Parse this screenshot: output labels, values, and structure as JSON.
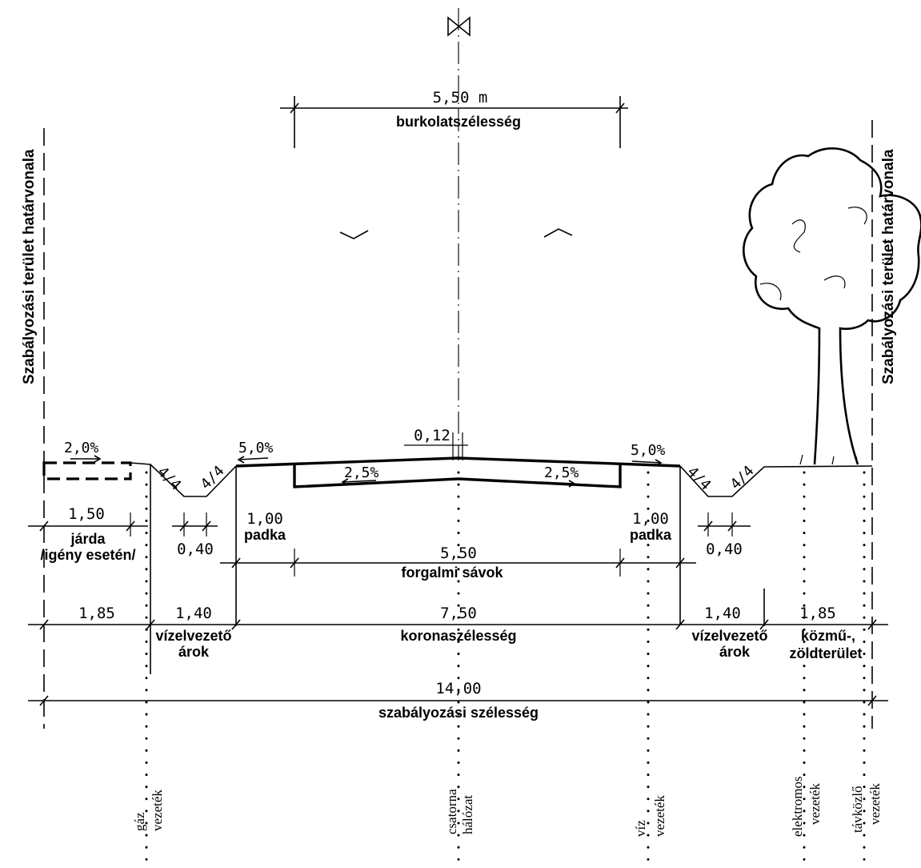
{
  "dimensions": {
    "burkolat_width": "5,50  m",
    "crown_offset": "0,12",
    "sidewalk_width": "1,50",
    "ditch_bottom_left": "0,40",
    "ditch_bottom_right": "0,40",
    "padka_left": "1,00",
    "padka_right": "1,00",
    "traffic_lanes": "5,50",
    "left_strip": "1,85",
    "left_ditch": "1,40",
    "crown_width": "7,50",
    "right_ditch": "1,40",
    "right_strip": "1,85",
    "regulation_width": "14,00"
  },
  "slopes": {
    "sidewalk": "2,0%",
    "shoulder_left": "5,0%",
    "shoulder_right": "5,0%",
    "lane_left": "2,5%",
    "lane_right": "2,5%",
    "ditch_ratio": "4/4"
  },
  "labels": {
    "boundary_left": "Szabályozási terület határvonala",
    "boundary_right": "Szabályozási terület határvonala",
    "burkolat": "burkolatszélesség",
    "jarda_line1": "járda",
    "jarda_line2": "/igény esetén/",
    "padka": "padka",
    "forgalmi": "forgalmi sávok",
    "ditch_line1": "vízelvezető",
    "ditch_line2": "árok",
    "korona": "koronaszélesség",
    "kozmu_line1": "közmű-,",
    "kozmu_line2": "zöldterület",
    "szabalyozasi": "szabályozási szélesség"
  },
  "utilities": {
    "gaz_1": "gáz",
    "gaz_2": "vezeték",
    "csatorna_1": "csatorna",
    "csatorna_2": "hálózat",
    "viz_1": "víz",
    "viz_2": "vezeték",
    "elektromos_1": "elektromos",
    "elektromos_2": "vezeték",
    "tavkozlo_1": "távközlő",
    "tavkozlo_2": "vezeték"
  },
  "icons": [
    "north-arrow-icon",
    "tree-icon",
    "dimension-tick-icon",
    "slope-arrow-icon"
  ]
}
